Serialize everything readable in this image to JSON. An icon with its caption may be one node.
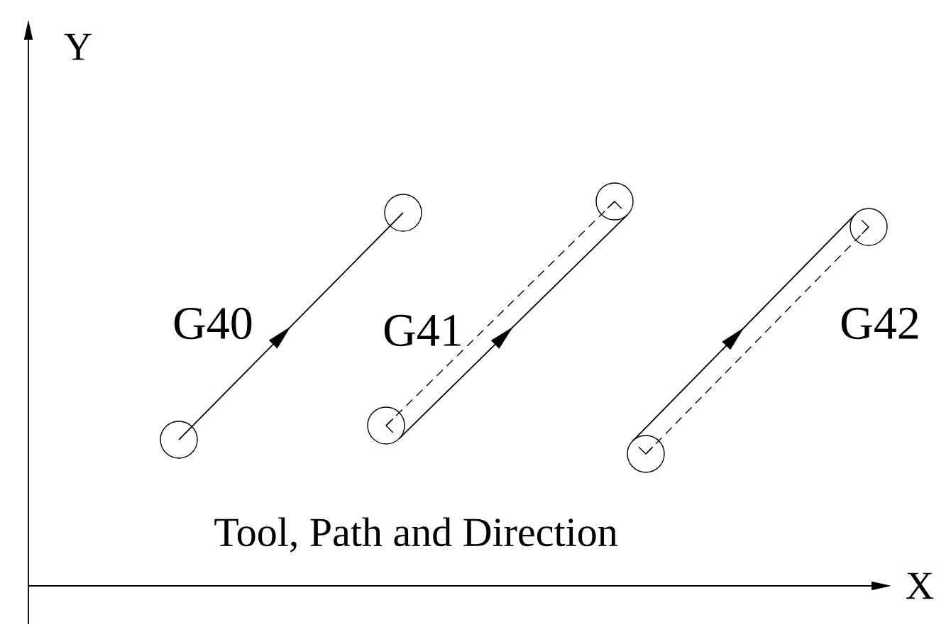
{
  "diagram": {
    "nodes": [
      {
        "text": [],
        "shape": "circle"
      },
      {
        "text": [],
        "shape": "circle"
      },
      {
        "text": [],
        "shape": "circle"
      },
      {
        "text": [],
        "shape": "circle"
      },
      {
        "text": [],
        "shape": "circle"
      },
      {
        "text": [],
        "shape": "circle"
      }
    ],
    "edges": [
      {
        "from": 0,
        "to": 1,
        "arrow": "to"
      },
      {
        "from": 2,
        "to": 3,
        "arrow": "to"
      },
      {
        "from": 2,
        "to": 3,
        "arrow": "other",
        "style": "dashed"
      },
      {
        "from": 4,
        "to": 5,
        "arrow": "to"
      },
      {
        "from": 4,
        "to": 5,
        "arrow": "other",
        "style": "dashed"
      }
    ],
    "labels": [
      "Y",
      "G40",
      "G41",
      "G42",
      "Tool, Path and Direction",
      "X"
    ]
  }
}
